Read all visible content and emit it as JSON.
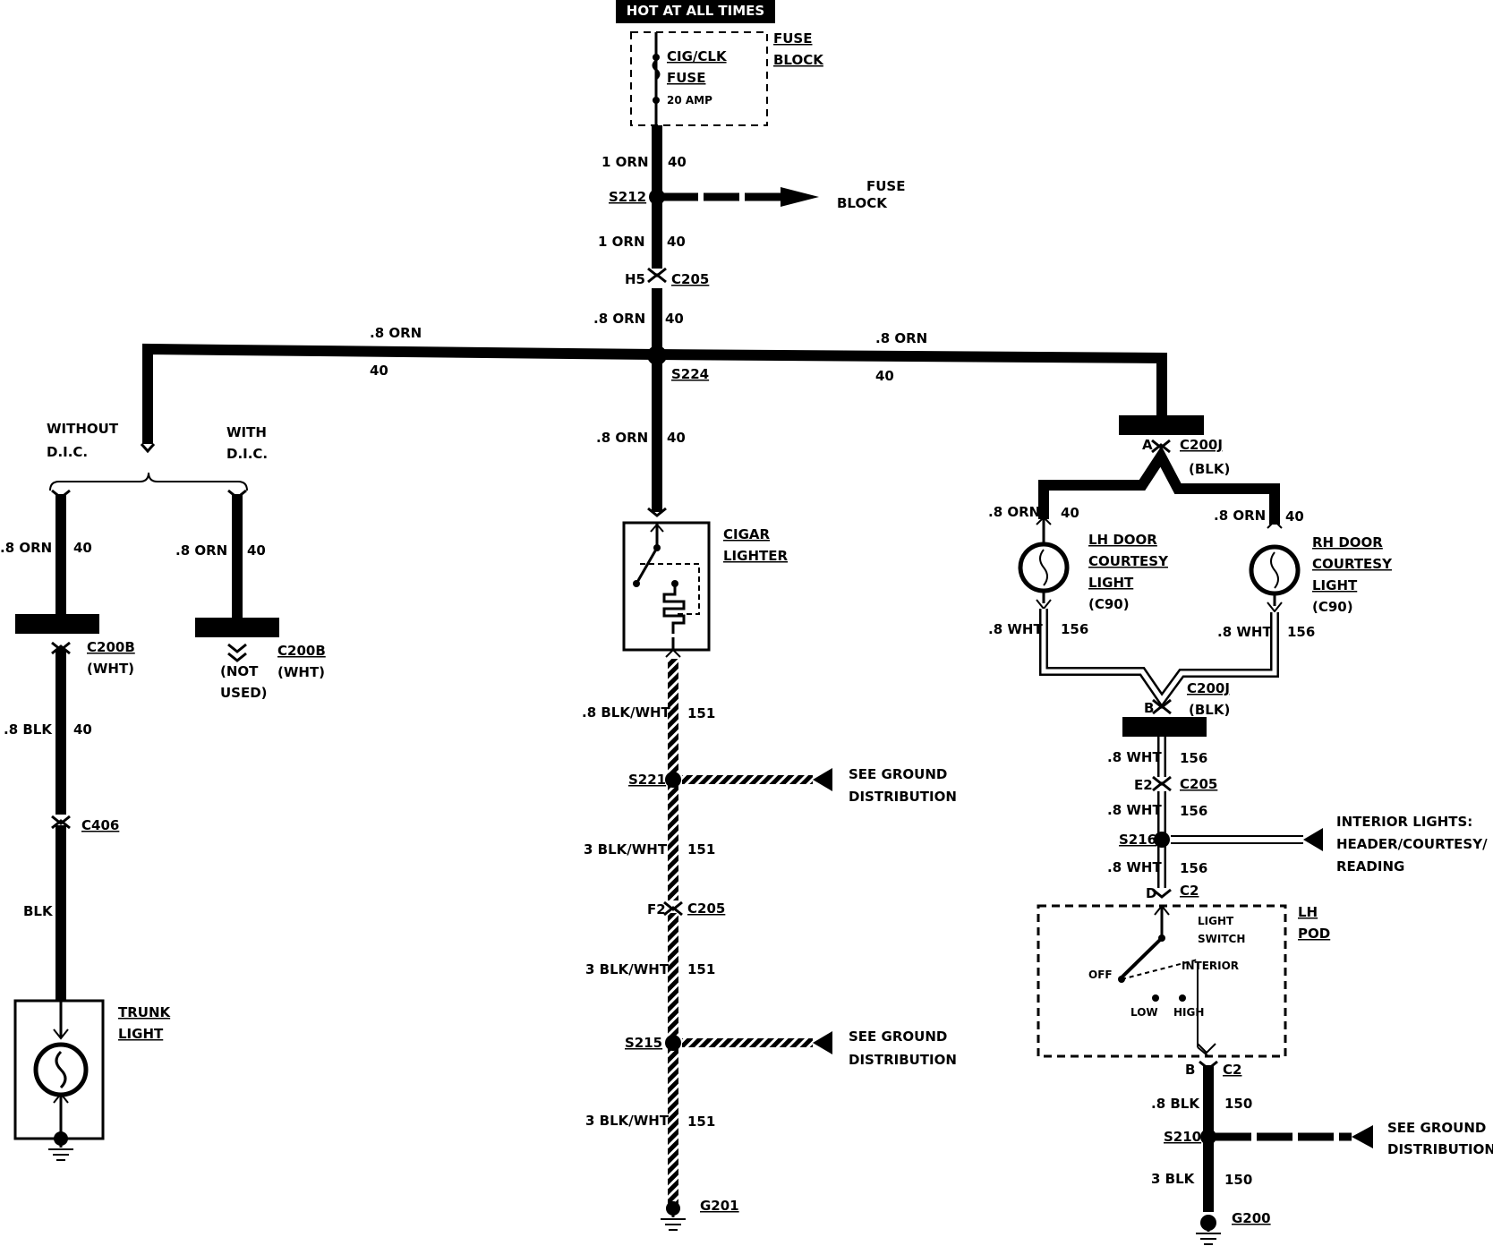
{
  "header": {
    "hot_at_all_times": "HOT AT ALL TIMES"
  },
  "fuse": {
    "name_line1": "CIG/CLK",
    "name_line2": "FUSE",
    "rating": "20 AMP",
    "block_line1": "FUSE",
    "block_line2": "BLOCK"
  },
  "s212": {
    "splice": "S212",
    "to_line1": "FUSE",
    "to_line2": "BLOCK"
  },
  "c205_top": {
    "pin": "H5",
    "connector": "C205"
  },
  "s224": {
    "splice": "S224"
  },
  "wires": {
    "orn_1": "1 ORN",
    "orn_08": ".8 ORN",
    "circuit_40": "40",
    "blk_08": ".8 BLK",
    "blk": "BLK",
    "blk_wht_08": ".8 BLK/WHT",
    "blk_wht_3": "3 BLK/WHT",
    "circuit_151": "151",
    "wht_08": ".8 WHT",
    "circuit_156": "156",
    "blk_08b": ".8 BLK",
    "blk_3": "3 BLK",
    "circuit_150": "150"
  },
  "dic": {
    "without_line1": "WITHOUT",
    "without_line2": "D.I.C.",
    "with_line1": "WITH",
    "with_line2": "D.I.C.",
    "c200b": "C200B",
    "wht": "(WHT)",
    "not_used_line1": "(NOT",
    "not_used_line2": "USED)"
  },
  "trunk": {
    "c406": "C406",
    "light_line1": "TRUNK",
    "light_line2": "LIGHT"
  },
  "cigar": {
    "line1": "CIGAR",
    "line2": "LIGHTER",
    "s221": "S221",
    "s215": "S215",
    "pin_f2": "F2",
    "c205": "C205",
    "g201": "G201",
    "see_ground_line1": "SEE GROUND",
    "see_ground_line2": "DISTRIBUTION"
  },
  "door": {
    "c200j": "C200J",
    "blk": "(BLK)",
    "pin_a": "A",
    "pin_b": "B",
    "lh_line1": "LH DOOR",
    "lh_line2": "COURTESY",
    "lh_line3": "LIGHT",
    "c90": "(C90)",
    "rh_line1": "RH DOOR",
    "rh_line2": "COURTESY",
    "rh_line3": "LIGHT"
  },
  "interior": {
    "pin_e2": "E2",
    "c205": "C205",
    "s216": "S216",
    "to_line1": "INTERIOR LIGHTS:",
    "to_line2": "HEADER/COURTESY/",
    "to_line3": "READING",
    "pin_d": "D",
    "c2": "C2",
    "switch_line1": "LIGHT",
    "switch_line2": "SWITCH",
    "pod_line1": "LH",
    "pod_line2": "POD",
    "off": "OFF",
    "interior": "INTERIOR",
    "low": "LOW",
    "high": "HIGH",
    "pin_b": "B",
    "s210": "S210",
    "g200": "G200"
  }
}
